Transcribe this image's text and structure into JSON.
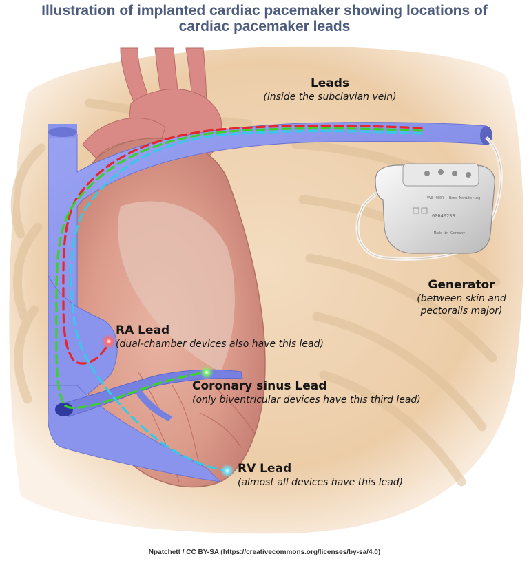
{
  "title": {
    "line1": "Illustration of implanted cardiac pacemaker showing locations of",
    "line2": "cardiac pacemaker leads"
  },
  "labels": {
    "leads": {
      "heading": "Leads",
      "note": "(inside the subclavian vein)"
    },
    "generator": {
      "heading": "Generator",
      "note_line1": "(between skin and",
      "note_line2": "pectoralis major)"
    },
    "ra_lead": {
      "heading": "RA Lead",
      "note": "(dual-chamber devices also have this lead)"
    },
    "cs_lead": {
      "heading": "Coronary sinus Lead",
      "note": "(only biventricular devices have this third lead)"
    },
    "rv_lead": {
      "heading": "RV Lead",
      "note": "(almost all devices have this lead)"
    }
  },
  "device": {
    "model": "VVE-400R",
    "feature": "Home Monitoring",
    "serial": "60649233",
    "origin": "Made in Germany"
  },
  "credit": "Npatchett / CC BY-SA (https://creativecommons.org/licenses/by-sa/4.0)",
  "colors": {
    "title": "#4d5b7c",
    "skin": "#efd6b3",
    "vein": "#8a94ec",
    "ra_lead": "#e5262b",
    "cs_lead": "#3ccf2e",
    "rv_lead": "#38c8e8"
  }
}
